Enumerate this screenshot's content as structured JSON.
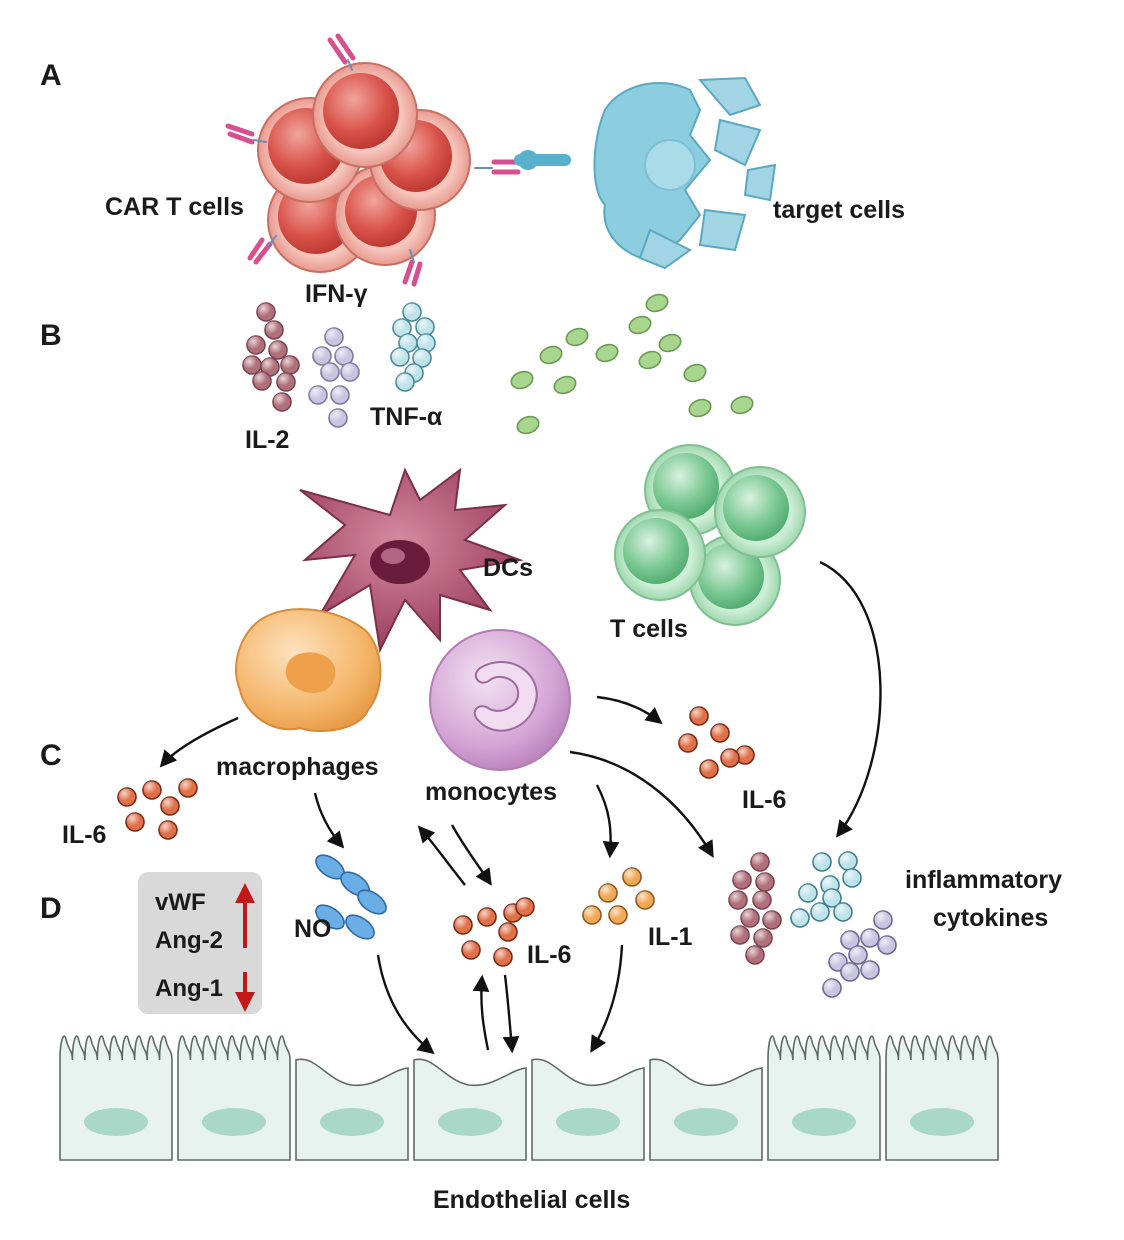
{
  "panels": {
    "a": "A",
    "b": "B",
    "c": "C",
    "d": "D"
  },
  "labels": {
    "car_t_cells": "CAR T cells",
    "target_cells": "target cells",
    "ifn_gamma": "IFN-γ",
    "il2": "IL-2",
    "tnf_alpha": "TNF-α",
    "dcs": "DCs",
    "t_cells": "T cells",
    "macrophages": "macrophages",
    "monocytes": "monocytes",
    "il6_left": "IL-6",
    "il6_right": "IL-6",
    "il6_center": "IL-6",
    "il1": "IL-1",
    "no": "NO",
    "inflammatory_cytokines_line1": "inflammatory",
    "inflammatory_cytokines_line2": "cytokines",
    "endothelial_cells": "Endothelial cells"
  },
  "markers_box": {
    "items": [
      {
        "label": "vWF",
        "direction": "up"
      },
      {
        "label": "Ang-2",
        "direction": "up"
      },
      {
        "label": "Ang-1",
        "direction": "down"
      }
    ]
  },
  "colors": {
    "car_t": "#e0675f",
    "target": "#7ec3d8",
    "green_cells": "#7fcf9a",
    "dc": "#a4506a",
    "macrophage": "#f2b266",
    "monocyte": "#d7a7d8",
    "il6_dot": "#e07048",
    "il1_dot": "#f3a855",
    "il2_dot": "#b0707a",
    "ifn_dot": "#c9c5e0",
    "tnf_dot": "#bfe3ea",
    "no_dot": "#6aaee6",
    "endothelium": "#e8f3ef",
    "nucleus": "#a9d8c8",
    "arrow_red": "#c21818",
    "box_bg": "#d9d9d9"
  }
}
